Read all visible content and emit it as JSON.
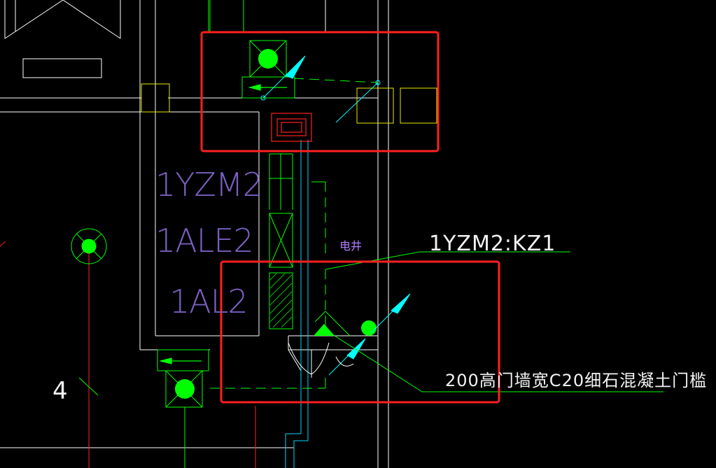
{
  "drawing": {
    "background": "#000000",
    "colors": {
      "wall": "#ffffff",
      "green": "#00ff00",
      "yellow": "#ffff00",
      "cyan": "#00ffff",
      "red": "#ff0000",
      "purple": "#7a5fbf",
      "highlight": "#ff2020"
    },
    "labels": {
      "room_line1": "1YZM2",
      "room_line2": "1ALE2",
      "room_line3": "1AL2",
      "shaft": "电井",
      "door_tag": "1YZM2:KZ1",
      "threshold_note": "200高门墙宽C20细石混凝土门槛",
      "axis": "4"
    },
    "symbols": {
      "fan_icon": "ventilation-fan-icon",
      "light_icon": "ceiling-light-icon",
      "arrow_icon": "airflow-arrow-icon",
      "panel_icon": "distribution-panel-icon"
    }
  }
}
